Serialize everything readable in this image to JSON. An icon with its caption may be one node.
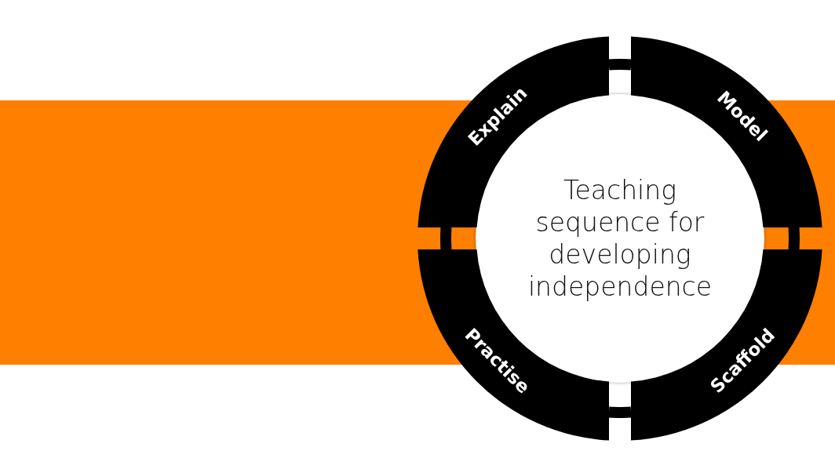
{
  "diagram": {
    "nodes": [
      {
        "text": [
          "Teaching sequence for developing independence"
        ]
      },
      {
        "text": [
          "Explain"
        ]
      },
      {
        "text": [
          "Model"
        ]
      },
      {
        "text": [
          "Scaffold"
        ]
      },
      {
        "text": [
          "Practise"
        ]
      }
    ],
    "edges": [
      {
        "from": 1,
        "to": 2,
        "arrow": "none"
      },
      {
        "from": 2,
        "to": 3,
        "arrow": "none"
      },
      {
        "from": 3,
        "to": 4,
        "arrow": "none"
      },
      {
        "from": 4,
        "to": 1,
        "arrow": "none"
      }
    ]
  }
}
